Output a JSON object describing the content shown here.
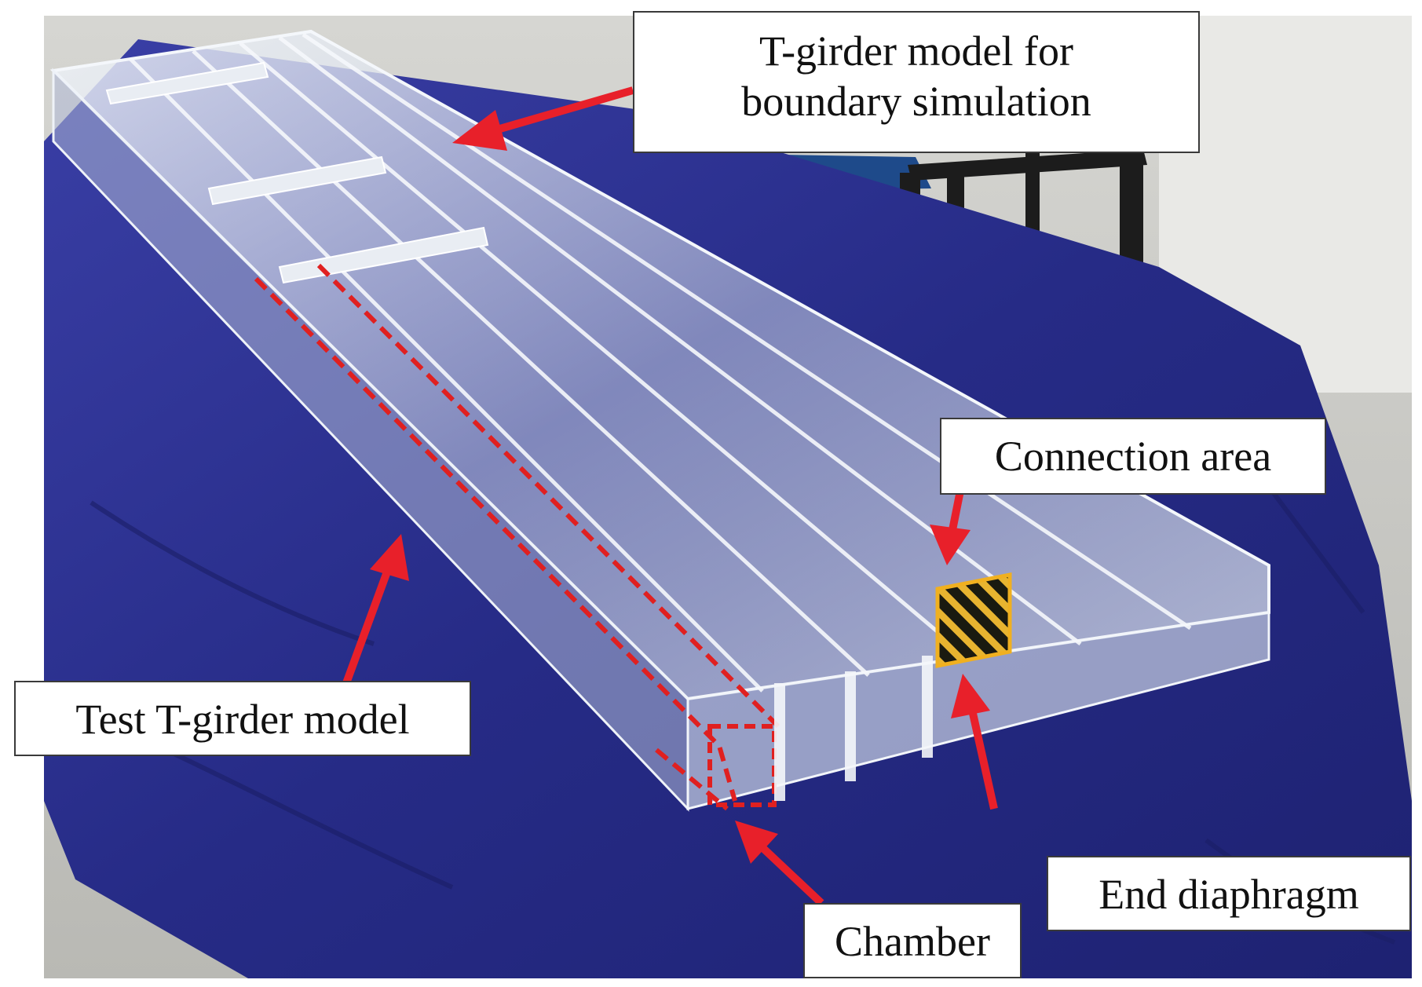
{
  "figure": {
    "labels": {
      "boundary_line1": "T-girder model for",
      "boundary_line2": "boundary simulation",
      "connection": "Connection area",
      "test": "Test T-girder model",
      "end": "End diaphragm",
      "chamber": "Chamber"
    },
    "colors": {
      "cloth": "#2a2f8f",
      "acrylic": "#d9e2ee",
      "arrow": "#e8202a",
      "chamber_outline": "#e02020",
      "diaphragm_hatch": "#f0b020",
      "floor": "#c8c8c4",
      "chair": "#1c1c1c"
    }
  }
}
